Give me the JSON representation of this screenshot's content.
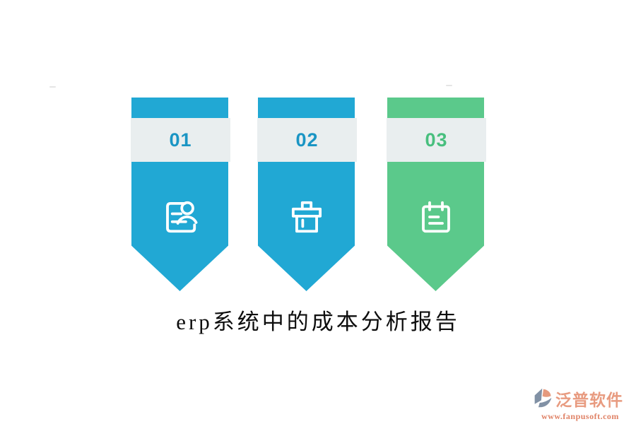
{
  "title": "erp系统中的成本分析报告",
  "steps": [
    {
      "number": "01",
      "color": "#21a8d4",
      "number_color": "#1a95c4",
      "icon": "contact-card-icon"
    },
    {
      "number": "02",
      "color": "#21a8d4",
      "number_color": "#1a95c4",
      "icon": "brush-icon"
    },
    {
      "number": "03",
      "color": "#5bc98b",
      "number_color": "#48bf7e",
      "icon": "notepad-icon"
    }
  ],
  "band_color": "#e9eeef",
  "logo": {
    "name": "泛普软件",
    "url": "www.fanpusoft.com",
    "name_color": "#e89b80",
    "url_color": "#e08266",
    "mark_slate": "#8191a5",
    "mark_salmon": "#e59a7e"
  }
}
